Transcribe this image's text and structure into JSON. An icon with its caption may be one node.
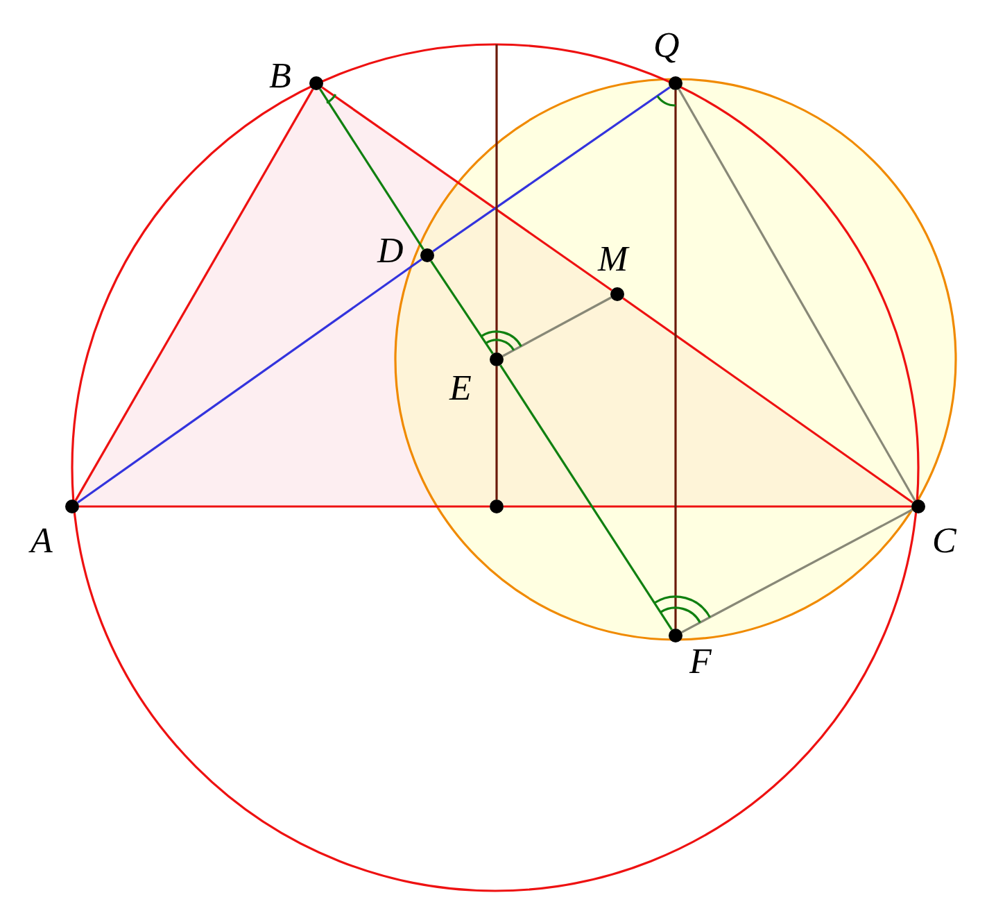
{
  "diagram": {
    "nodes": [
      {
        "text": [
          "A"
        ]
      },
      {
        "text": [
          "B"
        ]
      },
      {
        "text": [
          "C"
        ]
      },
      {
        "text": [
          "D"
        ]
      },
      {
        "text": [
          "E"
        ]
      },
      {
        "text": [
          "M"
        ]
      },
      {
        "text": [
          "Q"
        ]
      },
      {
        "text": [
          "F"
        ]
      },
      {
        "text": [],
        "shape": "circle"
      }
    ],
    "edges": [
      {
        "from": 0,
        "to": 1,
        "arrow": "none"
      },
      {
        "from": 1,
        "to": 5,
        "arrow": "none"
      },
      {
        "from": 5,
        "to": 2,
        "arrow": "none"
      },
      {
        "from": 0,
        "to": 8,
        "arrow": "none"
      },
      {
        "from": 8,
        "to": 2,
        "arrow": "none"
      },
      {
        "from": 0,
        "to": 3,
        "arrow": "none",
        "color": "#3333dd"
      },
      {
        "from": 3,
        "to": 6,
        "arrow": "none",
        "color": "#3333dd"
      },
      {
        "from": 1,
        "to": 3,
        "arrow": "none",
        "color": "#108010"
      },
      {
        "from": 3,
        "to": 4,
        "arrow": "none",
        "color": "#108010"
      },
      {
        "from": 4,
        "to": 7,
        "arrow": "none",
        "color": "#108010"
      },
      {
        "from": null,
        "to": 4,
        "arrow": "none",
        "color": "#6b1a0a"
      },
      {
        "from": 4,
        "to": 8,
        "arrow": "none",
        "color": "#6b1a0a"
      },
      {
        "from": 6,
        "to": 7,
        "arrow": "none",
        "color": "#6b1a0a"
      },
      {
        "from": 4,
        "to": 5,
        "arrow": "none",
        "color": "#888877"
      },
      {
        "from": 6,
        "to": 2,
        "arrow": "none",
        "color": "#888877"
      },
      {
        "from": 2,
        "to": 7,
        "arrow": "none",
        "color": "#888877"
      }
    ]
  }
}
